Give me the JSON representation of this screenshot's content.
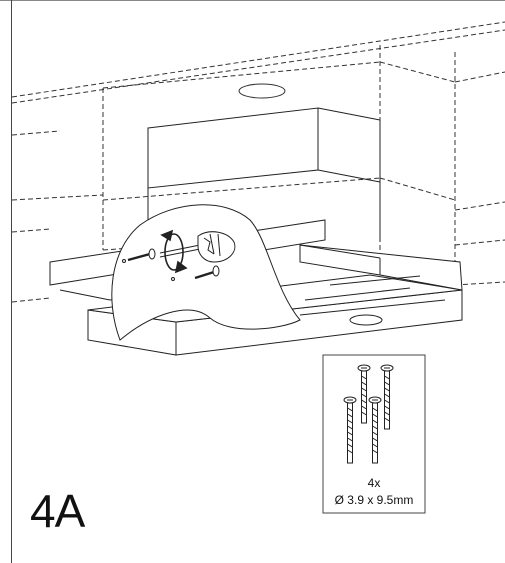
{
  "step": {
    "label": "4A"
  },
  "screws": {
    "quantity": "4x",
    "size": "Ø 3.9 x 9.5mm"
  },
  "colors": {
    "line": "#222222",
    "background": "#ffffff"
  }
}
